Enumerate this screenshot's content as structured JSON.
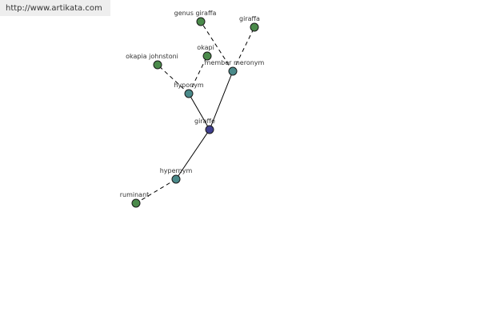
{
  "header": {
    "url": "http://www.artikata.com"
  },
  "colors": {
    "center": "#3f3f8f",
    "relation": "#4a8a8a",
    "leaf": "#4a8a4a"
  },
  "graph": {
    "nodes": [
      {
        "id": "giraffe",
        "label": "giraffe",
        "kind": "center"
      },
      {
        "id": "hypernym",
        "label": "hypernym",
        "kind": "relation"
      },
      {
        "id": "hyponym",
        "label": "hyponym",
        "kind": "relation"
      },
      {
        "id": "member-meronym",
        "label": "member meronym",
        "kind": "relation"
      },
      {
        "id": "ruminant",
        "label": "ruminant",
        "kind": "leaf"
      },
      {
        "id": "okapia-johnstoni",
        "label": "okapia johnstoni",
        "kind": "leaf"
      },
      {
        "id": "okapi",
        "label": "okapi",
        "kind": "leaf"
      },
      {
        "id": "genus-giraffa",
        "label": "genus giraffa",
        "kind": "leaf"
      },
      {
        "id": "giraffa",
        "label": "giraffa",
        "kind": "leaf"
      }
    ],
    "edges": [
      {
        "from": "giraffe",
        "to": "hypernym",
        "style": "solid"
      },
      {
        "from": "giraffe",
        "to": "hyponym",
        "style": "solid"
      },
      {
        "from": "giraffe",
        "to": "member-meronym",
        "style": "solid"
      },
      {
        "from": "hypernym",
        "to": "ruminant",
        "style": "dashed"
      },
      {
        "from": "hyponym",
        "to": "okapia-johnstoni",
        "style": "dashed"
      },
      {
        "from": "hyponym",
        "to": "okapi",
        "style": "dashed"
      },
      {
        "from": "member-meronym",
        "to": "genus-giraffa",
        "style": "dashed"
      },
      {
        "from": "member-meronym",
        "to": "giraffa",
        "style": "dashed"
      }
    ]
  }
}
